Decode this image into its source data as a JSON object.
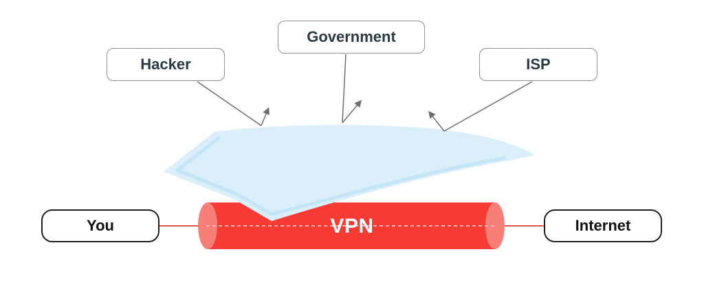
{
  "observers": {
    "hacker": "Hacker",
    "government": "Government",
    "isp": "ISP"
  },
  "tunnel": {
    "label": "VPN"
  },
  "endpoints": {
    "you": "You",
    "internet": "Internet"
  },
  "colors": {
    "tunnel": "#f53b33",
    "tunnel_cap": "#f77f78",
    "shield": "#dbeffa",
    "shield_edge": "#bfe4f6",
    "observer_border": "#8a8f93",
    "endpoint_border": "#1f1f1f",
    "connector": "#e8504a",
    "arrow": "#6b6f72",
    "text": "#2b3a42"
  }
}
